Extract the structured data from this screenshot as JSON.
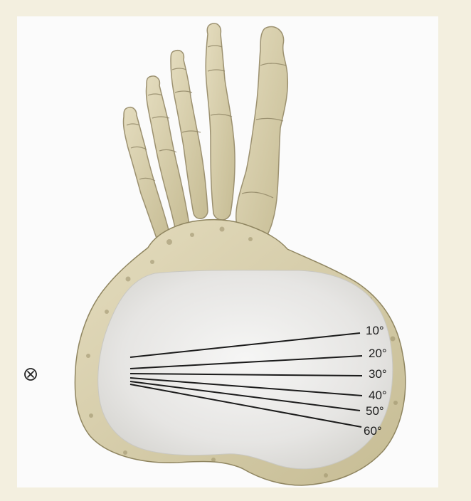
{
  "diagram": {
    "angles": [
      {
        "label": "10°",
        "value": 10
      },
      {
        "label": "20°",
        "value": 20
      },
      {
        "label": "30°",
        "value": 30
      },
      {
        "label": "40°",
        "value": 40
      },
      {
        "label": "50°",
        "value": 50
      },
      {
        "label": "60°",
        "value": 60
      }
    ],
    "symbol": "circled-x-icon",
    "colors": {
      "bone": "#d9d1b2",
      "bone_shadow": "#a59a73",
      "cartilage": "#ecebea",
      "line": "#1b1b1b",
      "background": "#f3efdf",
      "panel": "#fbfbfb"
    }
  }
}
